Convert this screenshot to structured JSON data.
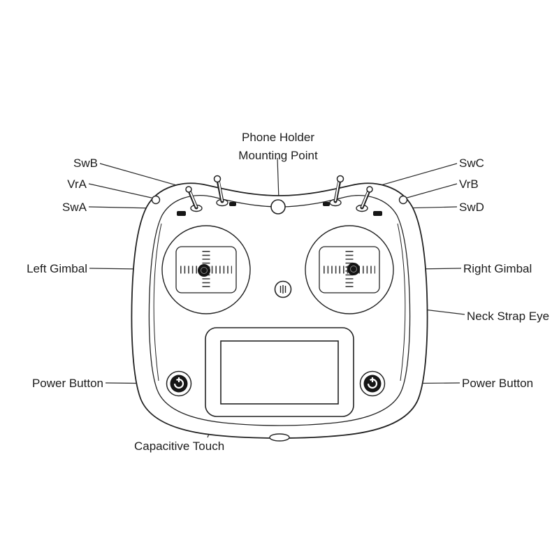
{
  "diagram": {
    "labels": {
      "phone_holder": {
        "line1": "Phone Holder",
        "line2": "Mounting Point"
      },
      "swb": "SwB",
      "vra": "VrA",
      "swa": "SwA",
      "swc": "SwC",
      "vrb": "VrB",
      "swd": "SwD",
      "left_gimbal": "Left Gimbal",
      "right_gimbal": "Right Gimbal",
      "neck_strap_eye": "Neck Strap Eye",
      "power_button_left": "Power Button",
      "power_button_right": "Power Button",
      "capacitive_touch": "Capacitive Touch"
    },
    "colors": {
      "line": "#222222",
      "background": "#ffffff",
      "fill_dark": "#161616"
    }
  }
}
